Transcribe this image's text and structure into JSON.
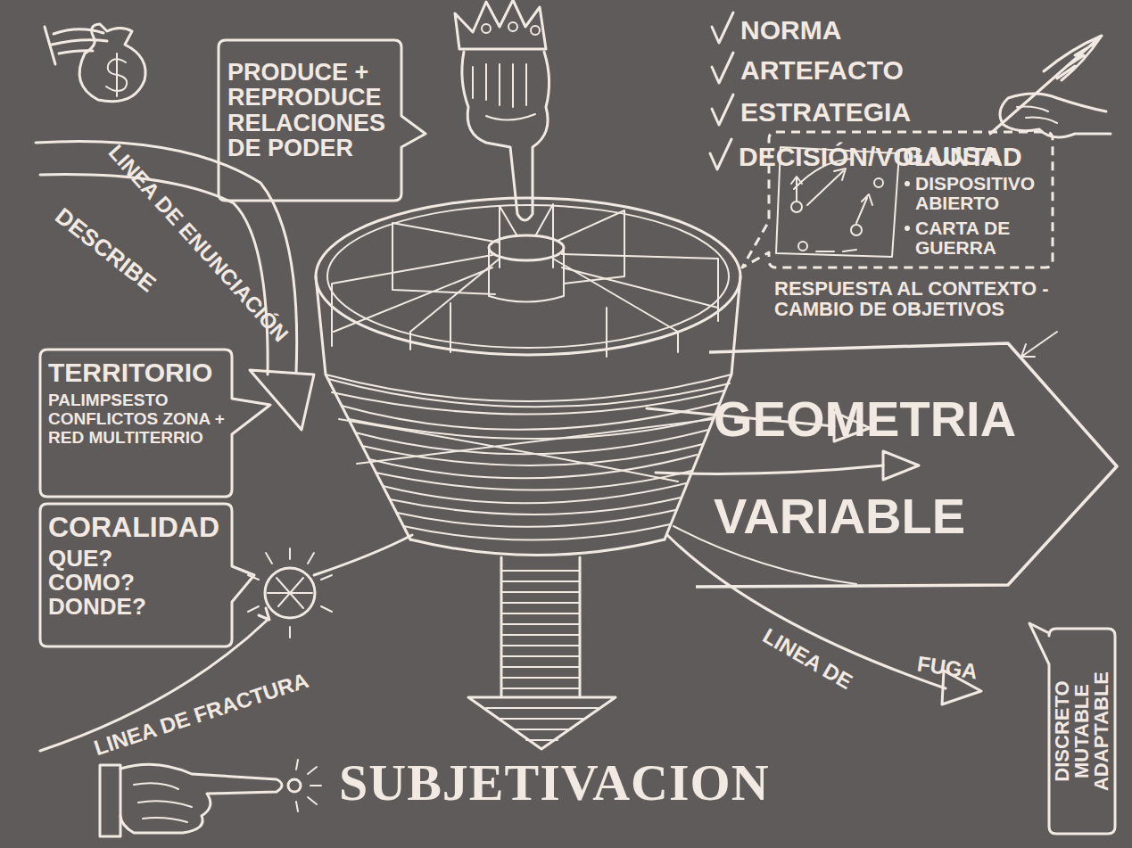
{
  "diagram": {
    "nodes": [
      {
        "text": [
          "PRODUCE + REPRODUCE RELACIONES DE PODER"
        ]
      },
      {
        "text": [
          "GAUSA",
          "DISPOSITIVO ABIERTO",
          "CARTA DE GUERRA"
        ]
      },
      {
        "text": [
          "TERRITORIO",
          "PALIMPSESTO CONFLICTOS ZONA + RED MULTITERRIO"
        ]
      },
      {
        "text": [
          "GEOMETRIA VARIABLE"
        ]
      },
      {
        "text": [
          "CORALIDAD",
          "QUE? COMO? DONDE?"
        ]
      },
      {
        "text": [
          "DISCRETO MUTABLE ADAPTABLE"
        ]
      }
    ],
    "labels": [
      "NORMA",
      "ARTEFACTO",
      "ESTRATEGIA",
      "DECISIÓN/VOLUNTAD",
      "LINEA DE ENUNCIACIÓN",
      "DESCRIBE",
      "RESPUESTA AL CONTEXTO -CAMBIO DE OBJETIVOS",
      "LINEA DE FRACTURA",
      "LINEA DE",
      "FUGA",
      "SUBJETIVACION"
    ]
  }
}
